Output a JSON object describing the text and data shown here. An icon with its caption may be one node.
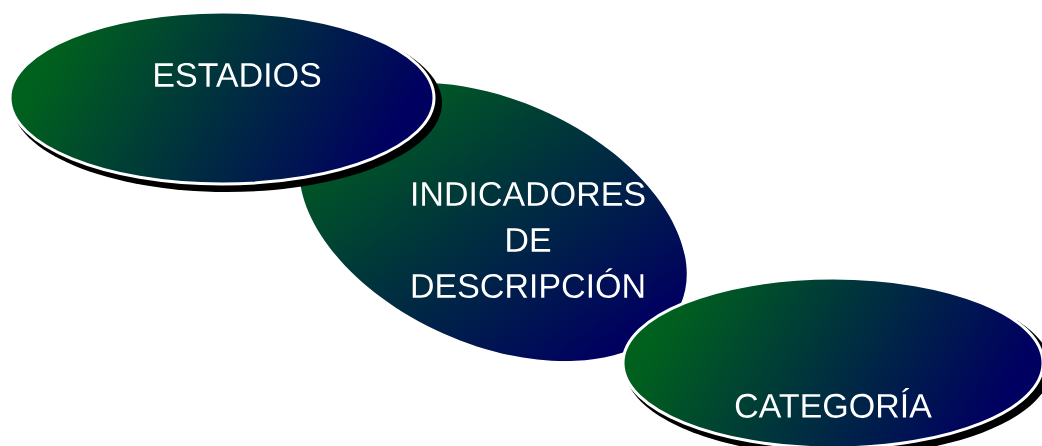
{
  "diagram": {
    "nodes": [
      {
        "text": [
          "ESTADIOS"
        ]
      },
      {
        "text": [
          "INDICADORES DE DESCRIPCIÓN"
        ]
      },
      {
        "text": [
          "CATEGORÍA"
        ]
      }
    ]
  }
}
